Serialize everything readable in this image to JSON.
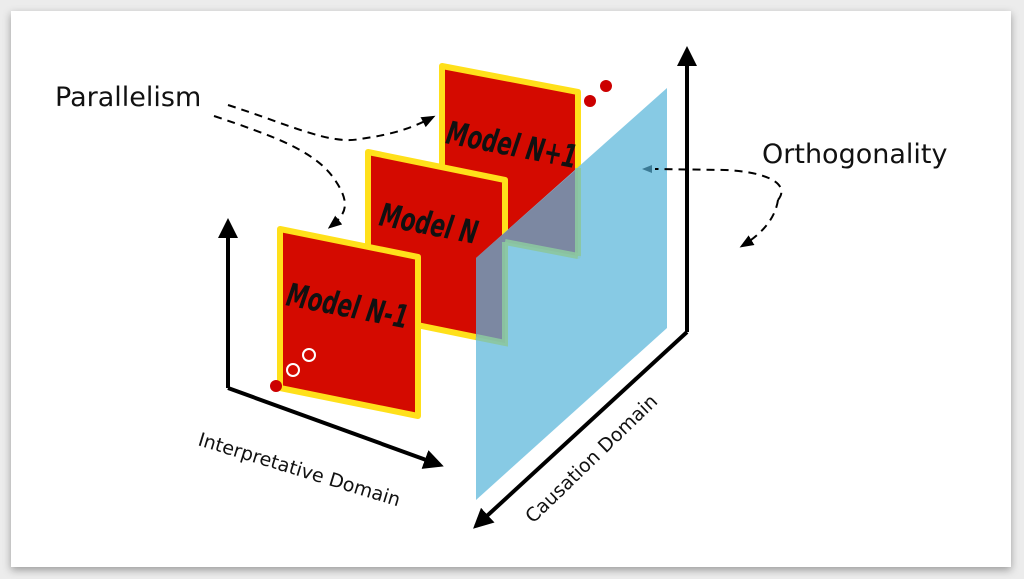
{
  "diagram": {
    "labels": {
      "parallelism": "Parallelism",
      "orthogonality": "Orthogonality",
      "interpretative_axis": "Interpretative Domain",
      "causation_axis": "Causation Domain"
    },
    "models": [
      {
        "id": "model-n-minus-1",
        "label": "Model N-1"
      },
      {
        "id": "model-n",
        "label": "Model N"
      },
      {
        "id": "model-n-plus-1",
        "label": "Model N+1"
      }
    ],
    "colors": {
      "model_fill": "#d40a00",
      "model_border": "#ffe01a",
      "plane_fill": "#7ec6e2",
      "overlap_fill": "#7a7f9a",
      "axis": "#000000",
      "dot": "#cc0000"
    }
  }
}
